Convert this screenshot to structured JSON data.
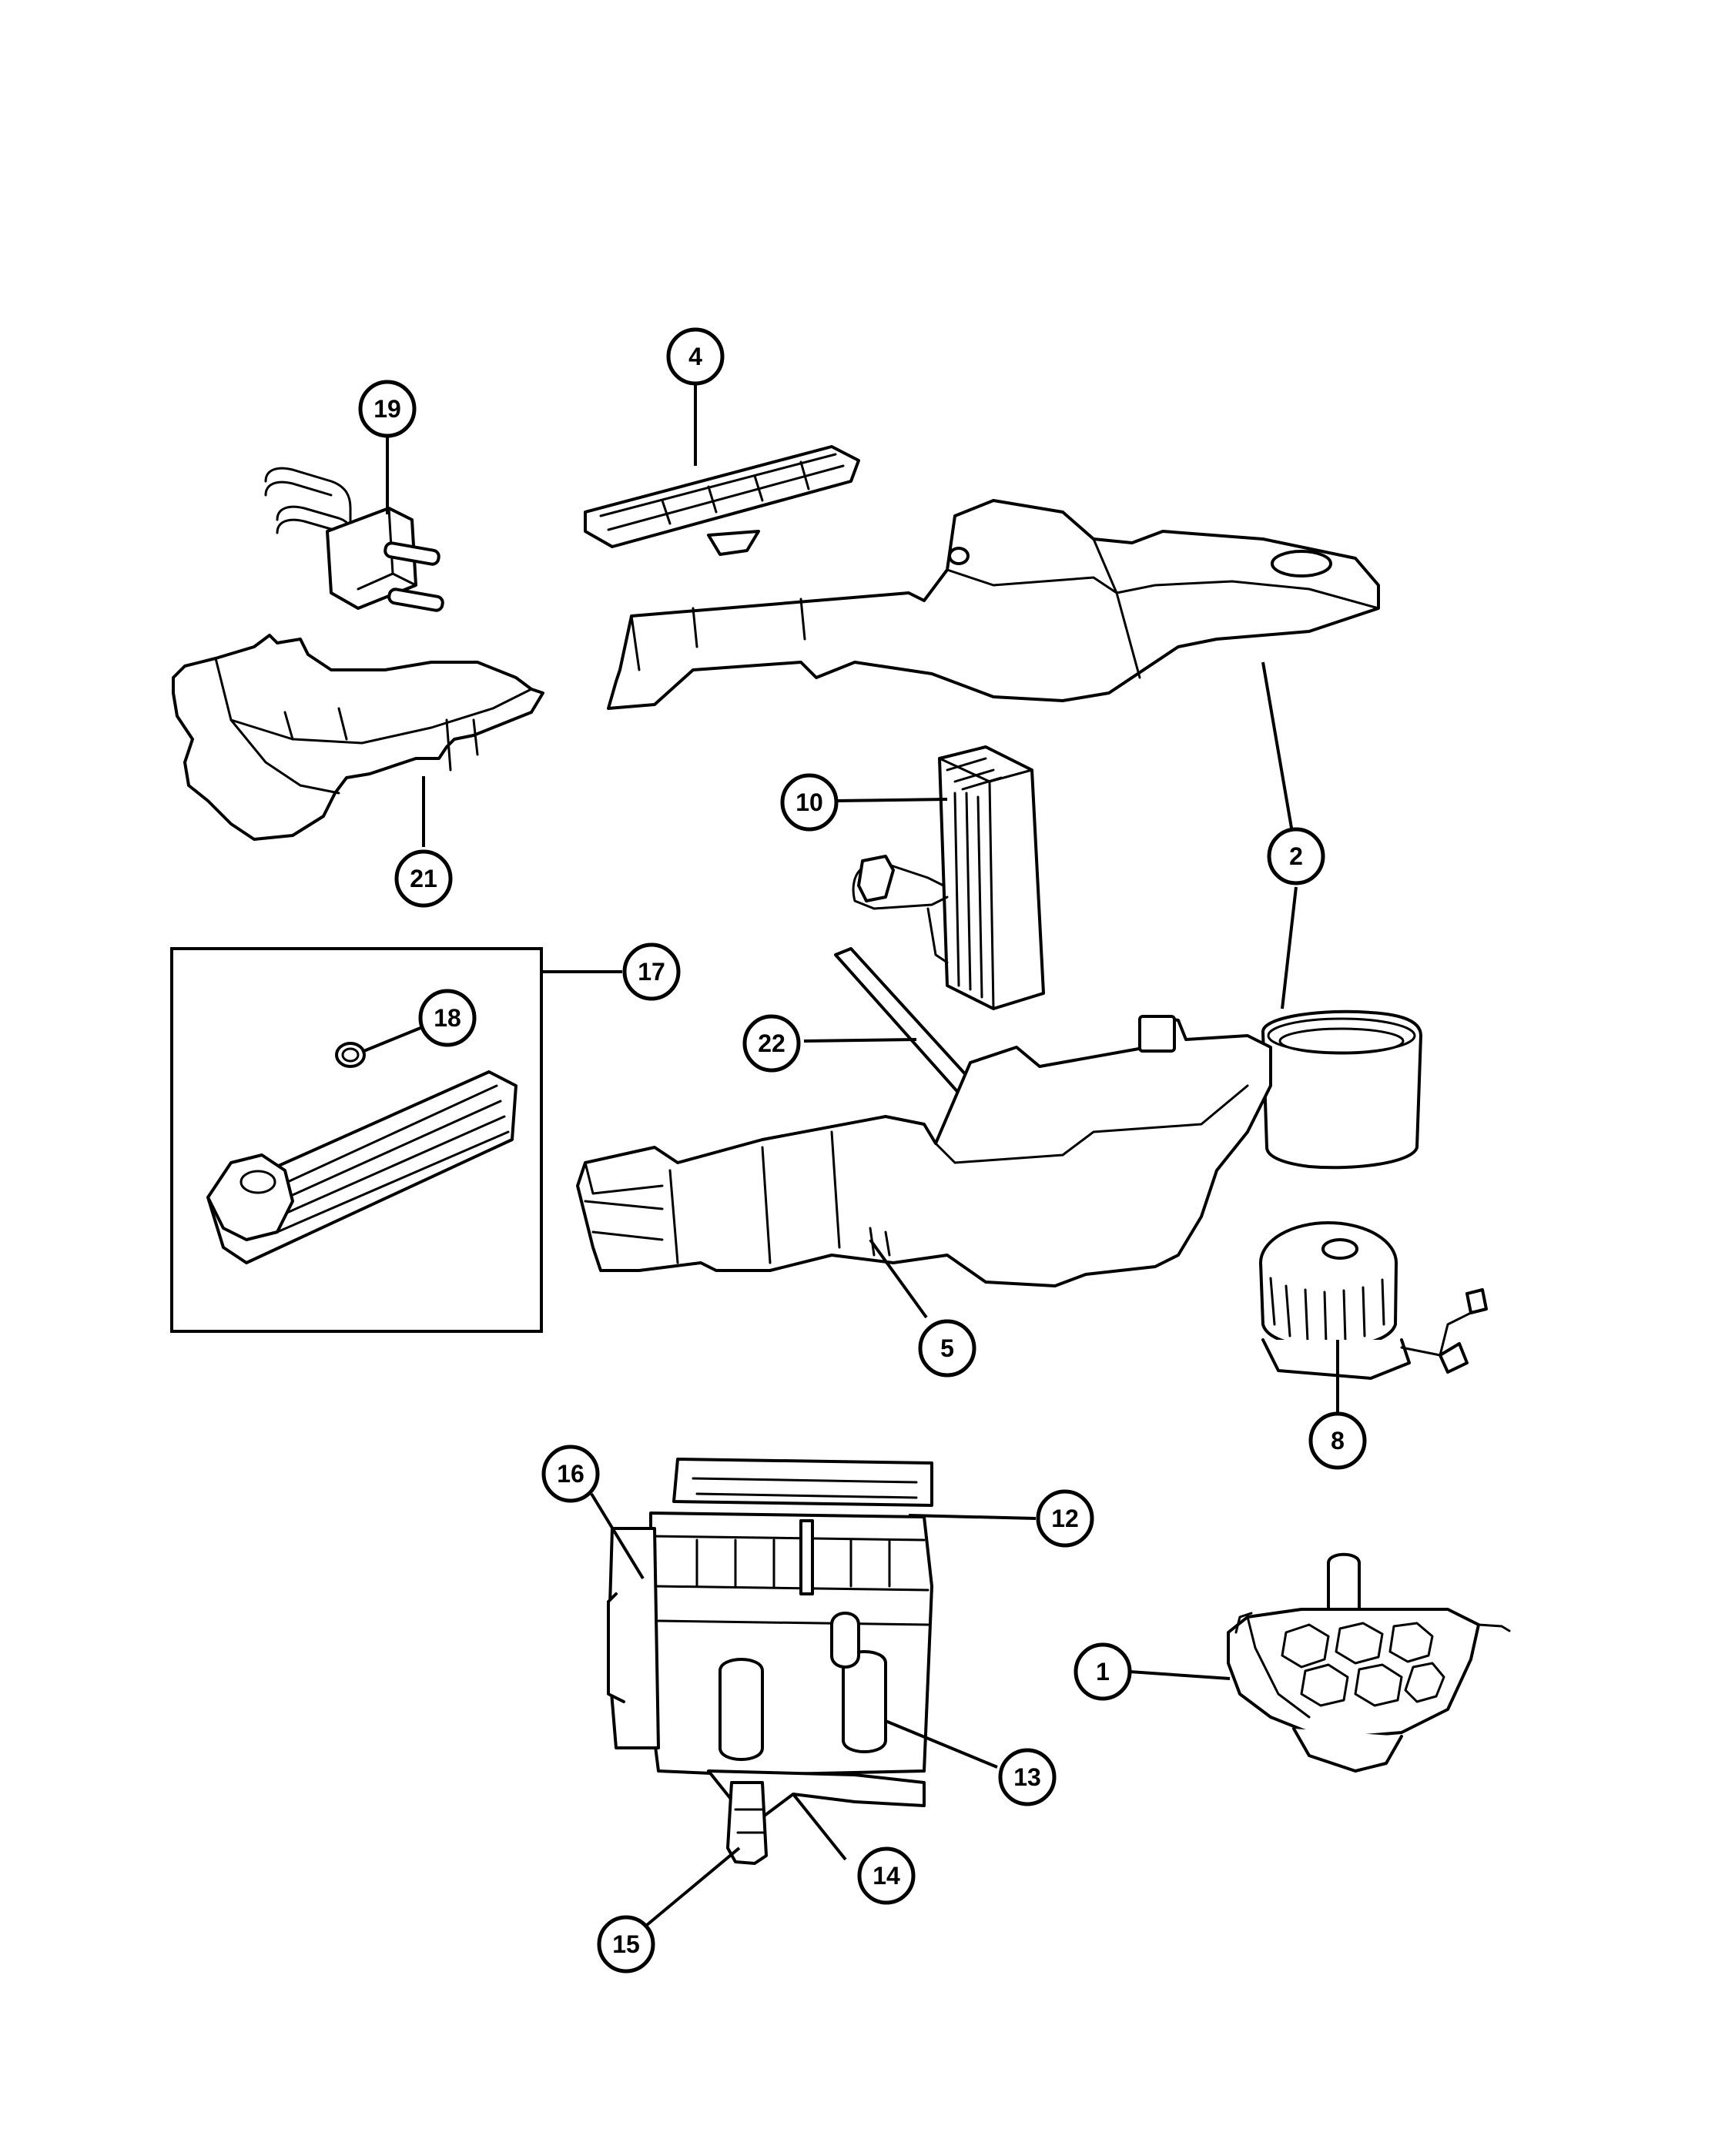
{
  "callouts": {
    "c1": "1",
    "c2": "2",
    "c4": "4",
    "c5": "5",
    "c8": "8",
    "c10": "10",
    "c12": "12",
    "c13": "13",
    "c14": "14",
    "c15": "15",
    "c16": "16",
    "c17": "17",
    "c18": "18",
    "c19": "19",
    "c21": "21",
    "c22": "22"
  }
}
